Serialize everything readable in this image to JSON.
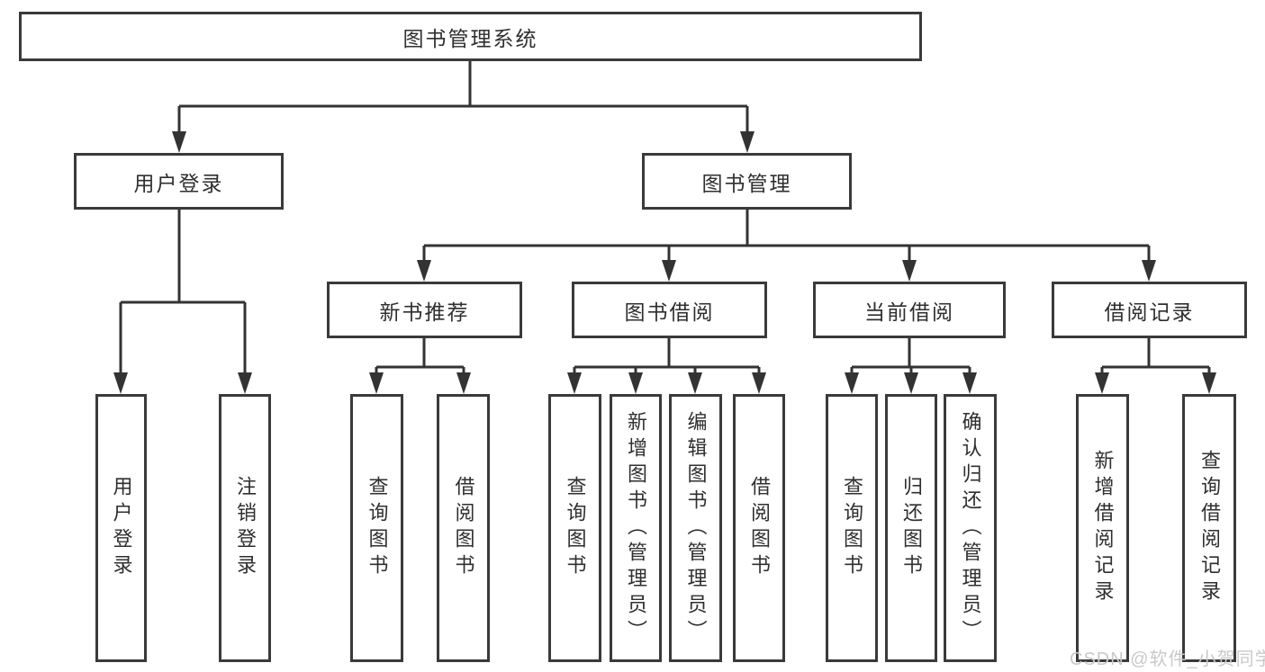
{
  "nodes": {
    "root": "图书管理系统",
    "user_login": "用户登录",
    "book_mgmt": "图书管理",
    "new_books": "新书推荐",
    "book_borrow": "图书借阅",
    "current_borrow": "当前借阅",
    "borrow_records": "借阅记录",
    "leaves": {
      "user_login": [
        "用户登录",
        "注销登录"
      ],
      "new_books": [
        "查询图书",
        "借阅图书"
      ],
      "book_borrow": [
        "查询图书",
        "新增图书（管理员）",
        "编辑图书（管理员）",
        "借阅图书"
      ],
      "current_borrow": [
        "查询图书",
        "归还图书",
        "确认归还（管理员）"
      ],
      "borrow_records": [
        "新增借阅记录",
        "查询借阅记录"
      ]
    }
  },
  "watermark": "CSDN @软件_小贺同学",
  "colors": {
    "line": "#333333",
    "box_border": "#3a3a3a",
    "box_fill": "#ffffff",
    "text": "#2f2f2f",
    "watermark": "#c9c9c9",
    "bg": "#ffffff"
  }
}
